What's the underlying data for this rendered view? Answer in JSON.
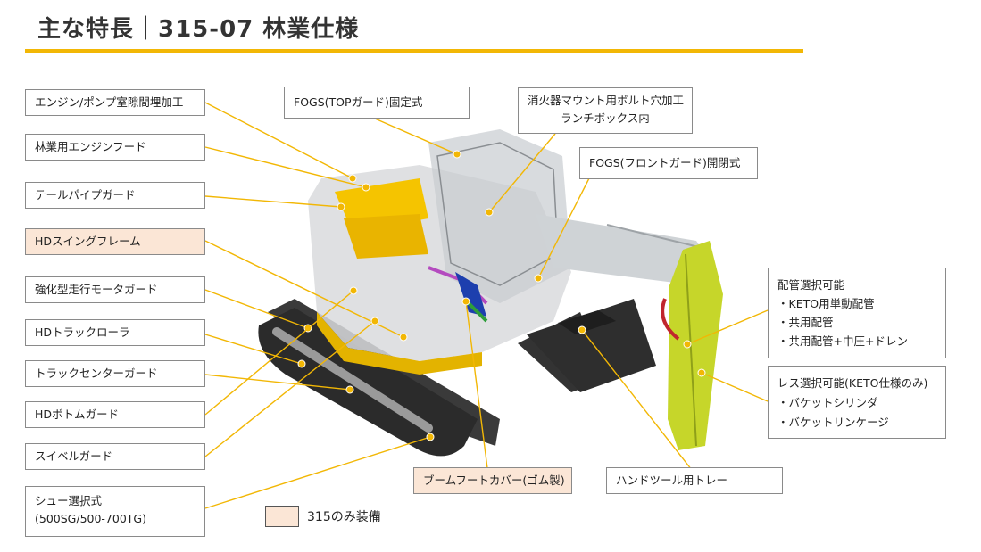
{
  "title": "主な特長｜315-07 林業仕様",
  "callouts": {
    "engine_pump": "エンジン/ポンプ室隙間埋加工",
    "forestry_hood": "林業用エンジンフード",
    "tailpipe_guard": "テールパイプガード",
    "hd_swing_frame": "HDスイングフレーム",
    "travel_motor_guard": "強化型走行モータガード",
    "hd_track_roller": "HDトラックローラ",
    "track_center_guard": "トラックセンターガード",
    "hd_bottom_guard": "HDボトムガード",
    "swivel_guard": "スイベルガード",
    "shoe_line1": "シュー選択式",
    "shoe_line2": "(500SG/500-700TG)",
    "fogs_top": "FOGS(TOPガード)固定式",
    "extinguisher_line1": "消火器マウント用ボルト穴加工",
    "extinguisher_line2": "ランチボックス内",
    "fogs_front": "FOGS(フロントガード)開閉式",
    "piping_line1": "配管選択可能",
    "piping_line2": "・KETO用単動配管",
    "piping_line3": "・共用配管",
    "piping_line4": "・共用配管+中圧+ドレン",
    "less_line1": "レス選択可能(KETO仕様のみ)",
    "less_line2": "・バケットシリンダ",
    "less_line3": "・バケットリンケージ",
    "boom_foot_cover": "ブームフートカバー(ゴム製)",
    "hand_tool_tray": "ハンドツール用トレー"
  },
  "legend": {
    "label": "315のみ装備"
  },
  "colors": {
    "accent": "#f2b705",
    "highlight": "#fbe6d6",
    "machine_yellow": "#f5c400",
    "boom_green": "#c6d62a"
  }
}
